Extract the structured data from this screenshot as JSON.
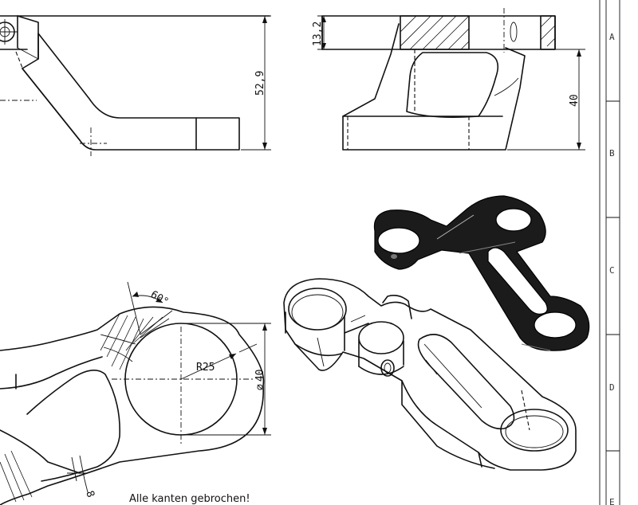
{
  "dimensions": {
    "height_front": "52,9",
    "height_side_top": "13,2",
    "height_side": "40",
    "radius": "R25",
    "diameter": "40",
    "diameter_symbol": "⌀",
    "angle": "60°",
    "wall": "8"
  },
  "note": "Alle kanten gebrochen!",
  "zones": [
    "A",
    "B",
    "C",
    "D",
    "E"
  ]
}
